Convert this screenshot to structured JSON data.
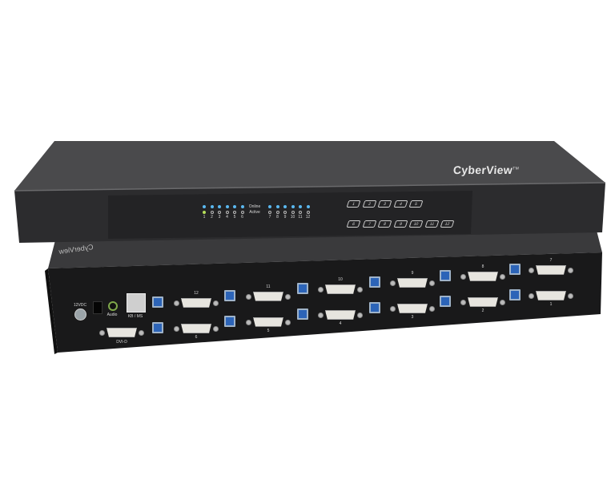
{
  "product": {
    "brand": "CyberView",
    "trademark": "TM",
    "rear_brand_mirrored": "CyberView"
  },
  "front_panel": {
    "online_label": "Online",
    "active_label": "Active",
    "port_numbers": [
      "1",
      "2",
      "3",
      "4",
      "5",
      "6",
      "7",
      "8",
      "9",
      "10",
      "11",
      "12"
    ],
    "buttons": [
      "1",
      "2",
      "3",
      "4",
      "5",
      "6",
      "7",
      "8",
      "9",
      "10",
      "11",
      "12"
    ],
    "online_led_color": "#5ab8f0",
    "active_led_color_port1": "#b6e05a"
  },
  "rear_panel": {
    "power_label": "12VDC",
    "audio_label": "Audio",
    "kbms_label": "KB / MS",
    "console_label": "DVI-D",
    "top_row_ports": [
      "12",
      "11",
      "10",
      "9",
      "8",
      "7"
    ],
    "bottom_row_ports": [
      "6",
      "5",
      "4",
      "3",
      "2",
      "1"
    ]
  }
}
